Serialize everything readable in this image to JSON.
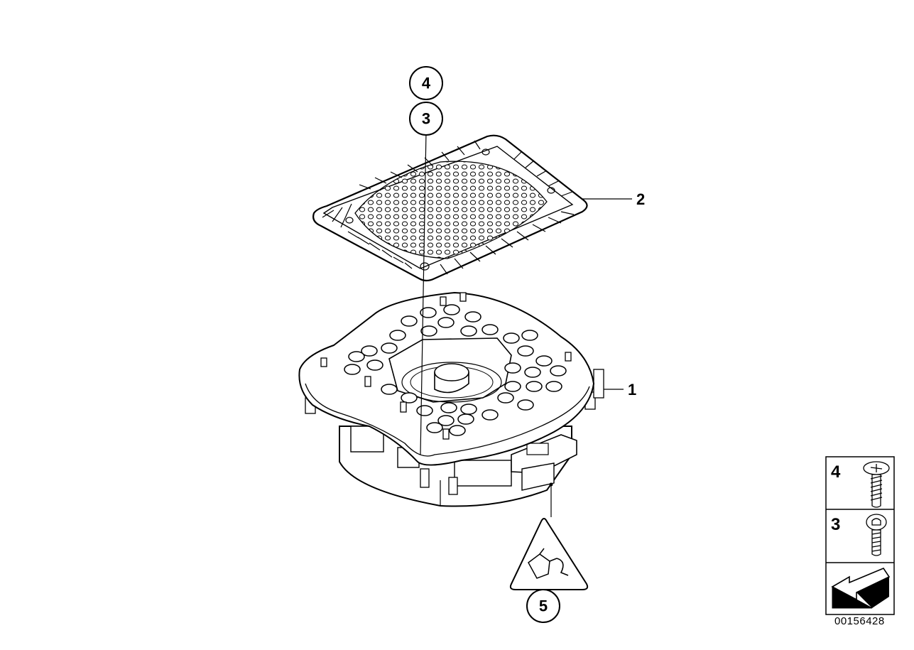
{
  "diagram": {
    "diagram_id": "00156428",
    "callouts": [
      {
        "id": "callout-4",
        "label": "4"
      },
      {
        "id": "callout-3",
        "label": "3"
      },
      {
        "id": "callout-5",
        "label": "5"
      }
    ],
    "part_labels": [
      {
        "id": "part-label-2",
        "label": "2"
      },
      {
        "id": "part-label-1",
        "label": "1"
      }
    ],
    "legend": [
      {
        "label": "4",
        "icon": "screw-short-icon"
      },
      {
        "label": "3",
        "icon": "screw-long-icon"
      },
      {
        "label": "",
        "icon": "arrow-left-icon"
      }
    ]
  }
}
